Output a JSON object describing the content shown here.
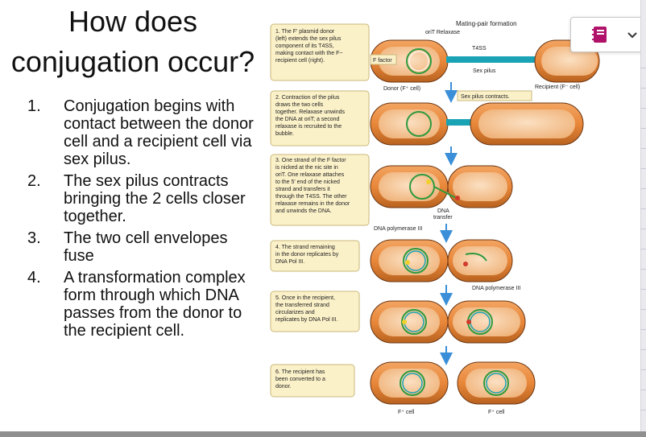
{
  "slide": {
    "title": "How does conjugation occur?",
    "bullets": [
      {
        "num": "1.",
        "text": "Conjugation begins with contact between the donor cell and a recipient cell via sex pilus."
      },
      {
        "num": "2.",
        "text": "The sex pilus contracts bringing the 2 cells closer together."
      },
      {
        "num": "3.",
        "text": "The two cell envelopes fuse"
      },
      {
        "num": "4.",
        "text": "A transformation complex form through which DNA passes from the donor to the recipient cell."
      }
    ]
  },
  "figure": {
    "steps": [
      {
        "lines": [
          "1. The F' plasmid donor",
          "(left) extends the sex pilus",
          "component of its T4SS,",
          "making contact with the F−",
          "recipient cell (right)."
        ]
      },
      {
        "lines": [
          "2. Contraction of the pilus",
          "draws the two cells",
          "together. Relaxase unwinds",
          "the DNA at oriT; a second",
          "relaxase is recruited to the",
          "bubble."
        ]
      },
      {
        "lines": [
          "3. One strand of the F factor",
          "is nicked at the nic site in",
          "oriT. One relaxase attaches",
          "to the 5' end of the nicked",
          "strand and transfers it",
          "through the T4SS. The other",
          "relaxase remains in the donor",
          "and unwinds the DNA."
        ]
      },
      {
        "lines": [
          "4. The strand remaining",
          "in the donor replicates by",
          "DNA Pol III."
        ]
      },
      {
        "lines": [
          "5. Once in the recipient,",
          "the transferred strand",
          "circularizes and",
          "replicates by DNA Pol III."
        ]
      },
      {
        "lines": [
          "6. The recipient has",
          "been converted to a",
          "donor."
        ]
      }
    ],
    "labels": {
      "mating_pair": "Mating-pair formation",
      "orit_relaxase": "oriT  Relaxase",
      "f_factor": "F factor",
      "t4ss": "T4SS",
      "sex_pilus": "Sex pilus",
      "donor": "Donor (F⁺ cell)",
      "recipient": "Recipient (F⁻ cell)",
      "pilus_contracts": "Sex pilus contracts.",
      "dna_transfer_1": "DNA",
      "dna_transfer_2": "transfer",
      "dna_pol_1": "DNA polymerase III",
      "dna_pol_2": "DNA polymerase III",
      "f_cell_left": "F⁺ cell",
      "f_cell_right": "F⁺ cell"
    },
    "colors": {
      "cell_fill": "#e8873a",
      "cell_dark": "#a8551c",
      "cell_stroke": "#6b3410",
      "interior": "#f6c79a",
      "dna_green": "#2f9a3e",
      "pilus_teal": "#1aa3b5",
      "arrow_blue": "#3a8fd8",
      "note_fill": "#fbf1c9",
      "note_stroke": "#c9b77a",
      "relaxase_yellow": "#f0d02a",
      "relaxase_red": "#d03a2a"
    }
  },
  "notebook_widget": {
    "icon": "notebook-icon",
    "chevron": "chevron-down-icon",
    "accent": "#b0126a"
  }
}
